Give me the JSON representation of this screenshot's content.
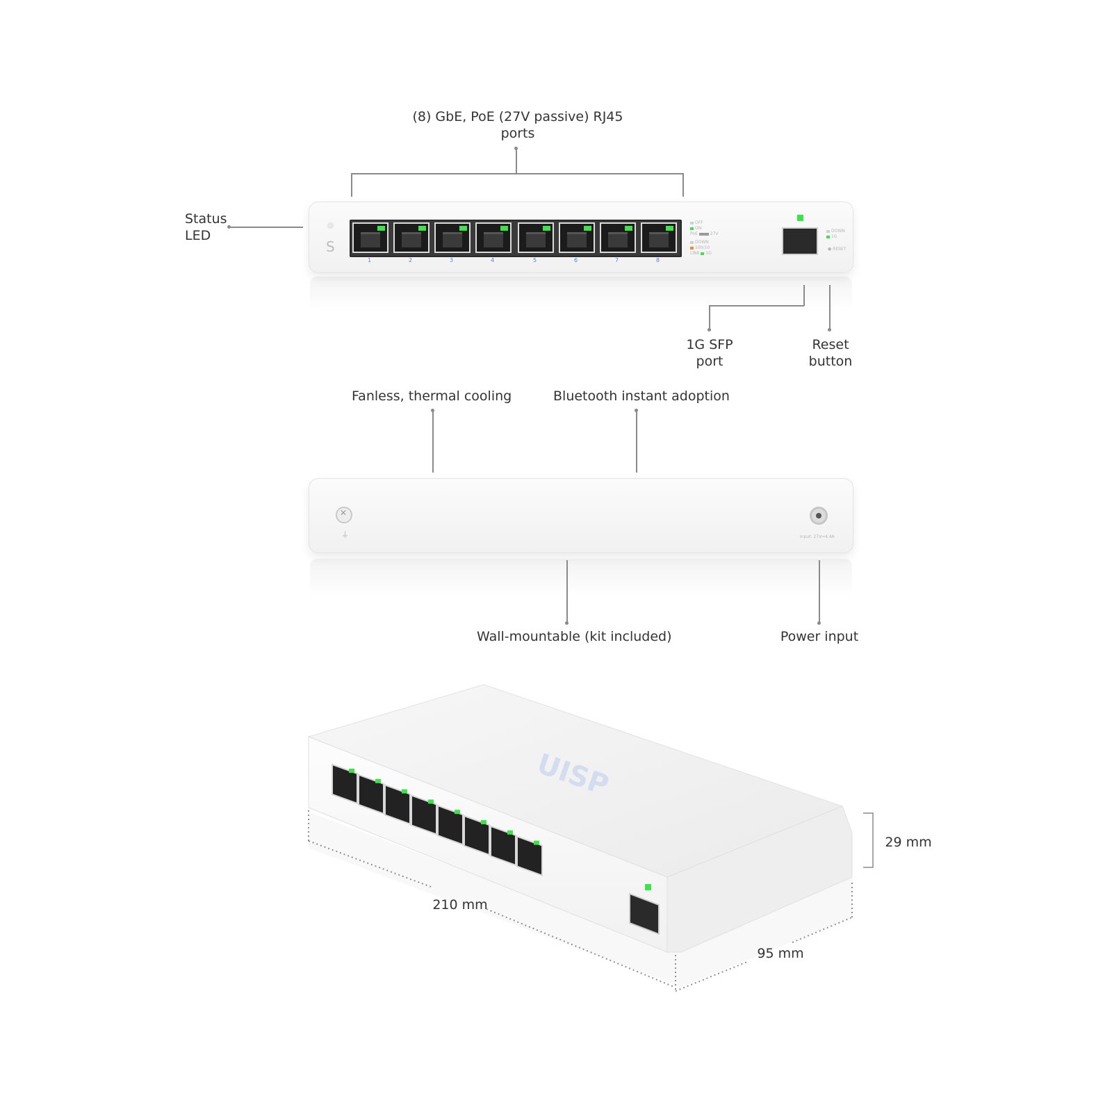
{
  "callouts": {
    "ports_title_line1": "(8) GbE, PoE (27V passive) RJ45",
    "ports_title_line2": "ports",
    "status_led_line1": "Status",
    "status_led_line2": "LED",
    "sfp_line1": "1G SFP",
    "sfp_line2": "port",
    "reset_line1": "Reset",
    "reset_line2": "button",
    "fanless": "Fanless, thermal cooling",
    "bluetooth": "Bluetooth instant adoption",
    "wall_mount": "Wall-mountable (kit included)",
    "power_input": "Power input"
  },
  "device": {
    "port_numbers": [
      "1",
      "2",
      "3",
      "4",
      "5",
      "6",
      "7",
      "8"
    ],
    "logo_letter": "S",
    "poe_legend": [
      "OFF",
      "ON",
      "27V"
    ],
    "poe_label": "PoE",
    "link_legend": [
      "DOWN",
      "100/10",
      "1G"
    ],
    "link_label": "LINK",
    "sfp_legend": [
      "DOWN",
      "1G"
    ],
    "reset_label": "RESET",
    "power_spec": "Input: 27V⎓4.4A",
    "brand_logo": "UISP",
    "led_color": "#3ee34a"
  },
  "dimensions": {
    "length": "210 mm",
    "depth": "95 mm",
    "height": "29 mm"
  }
}
